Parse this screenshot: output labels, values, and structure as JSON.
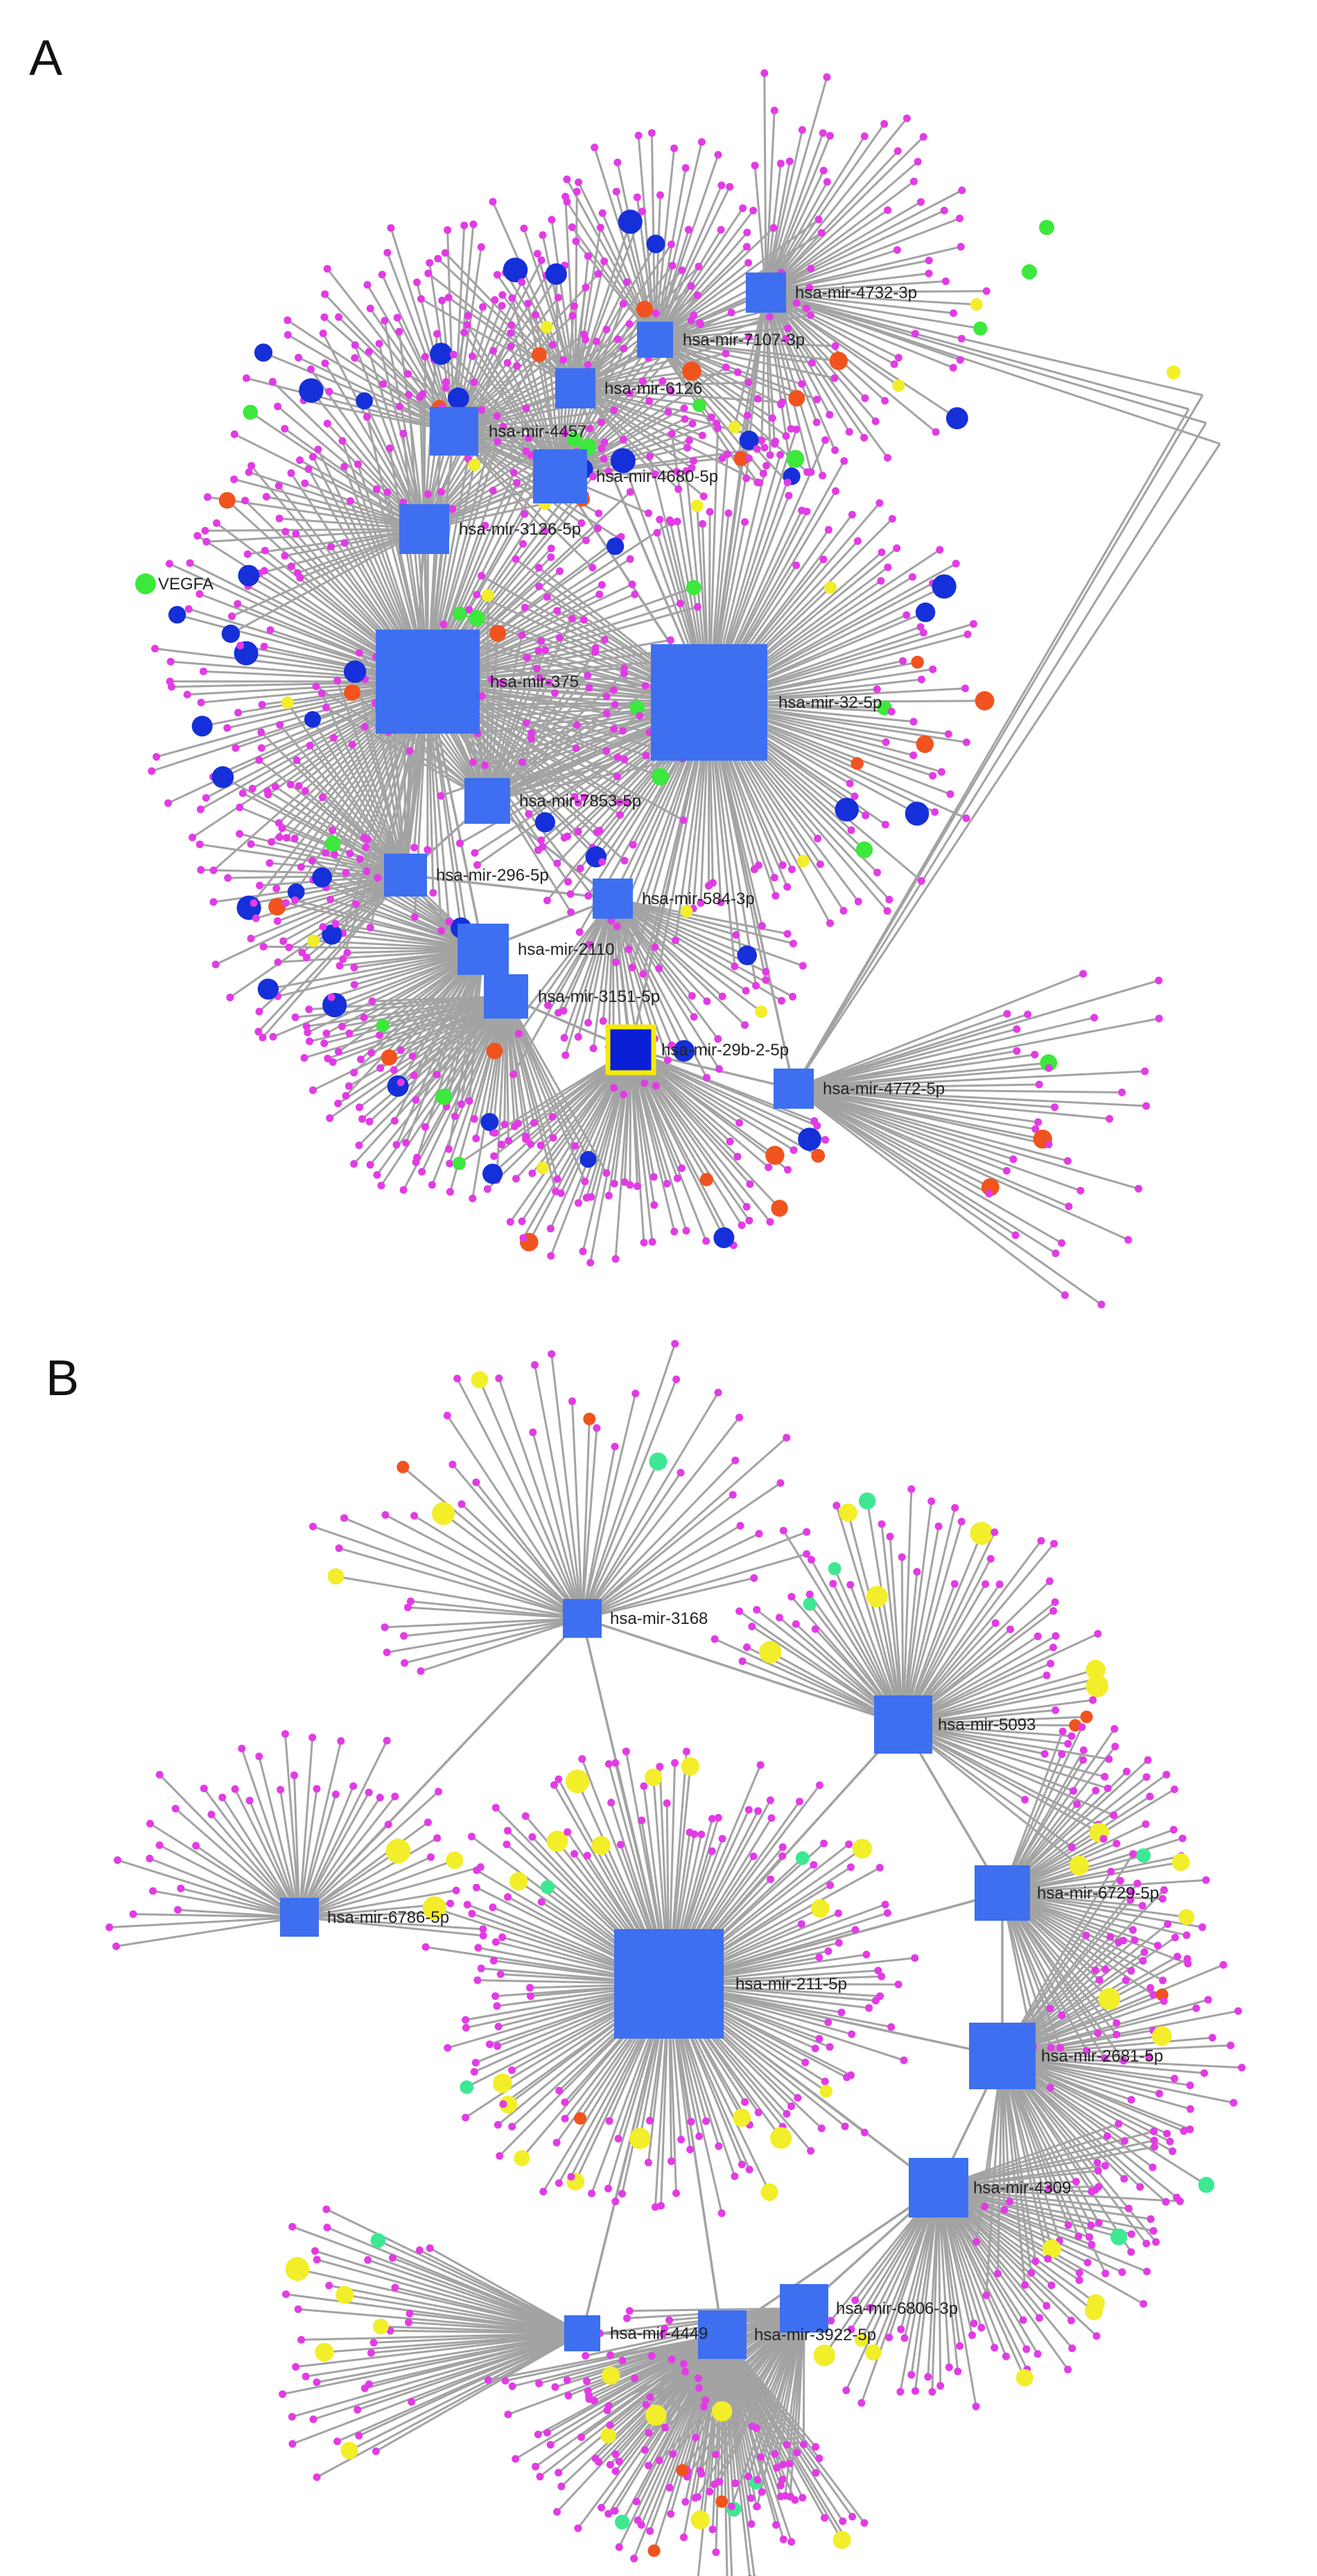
{
  "panels": [
    {
      "id": "A",
      "letter": "A",
      "hubs": [
        {
          "label": "hsa-mir-4732-3p"
        },
        {
          "label": "hsa-mir-7107-3p"
        },
        {
          "label": "hsa-mir-6126"
        },
        {
          "label": "hsa-mir-4457"
        },
        {
          "label": "hsa-mir-4680-5p"
        },
        {
          "label": "hsa-mir-3126-5p"
        },
        {
          "label": "hsa-mir-375"
        },
        {
          "label": "hsa-mir-32-5p"
        },
        {
          "label": "hsa-mir-7853-5p"
        },
        {
          "label": "hsa-mir-296-5p"
        },
        {
          "label": "hsa-mir-584-3p"
        },
        {
          "label": "hsa-mir-2110"
        },
        {
          "label": "hsa-mir-3151-5p"
        },
        {
          "label": "hsa-mir-29b-2-5p",
          "highlighted": true
        },
        {
          "label": "hsa-mir-4772-5p"
        }
      ],
      "named_target": "VEGFA"
    },
    {
      "id": "B",
      "letter": "B",
      "hubs": [
        {
          "label": "hsa-mir-3168"
        },
        {
          "label": "hsa-mir-5093"
        },
        {
          "label": "hsa-mir-6786-5p"
        },
        {
          "label": "hsa-mir-6729-5p"
        },
        {
          "label": "hsa-mir-211-5p"
        },
        {
          "label": "hsa-mir-2681-5p"
        },
        {
          "label": "hsa-mir-4309"
        },
        {
          "label": "hsa-mir-4449"
        },
        {
          "label": "hsa-mir-3922-5p"
        },
        {
          "label": "hsa-mir-6806-3p"
        }
      ]
    }
  ],
  "colors": {
    "mirna_node": "#3d6ff0",
    "highlight_fill": "#0b1fd6",
    "highlight_border": "#f4ea05",
    "target_node": "#e23be6",
    "edge": "#a3a3a3",
    "accent_blue": "#1530d8",
    "accent_red": "#f0531e",
    "accent_green": "#3ce83c",
    "accent_yellow": "#f2ee2a",
    "accent_mint": "#3ee893"
  }
}
